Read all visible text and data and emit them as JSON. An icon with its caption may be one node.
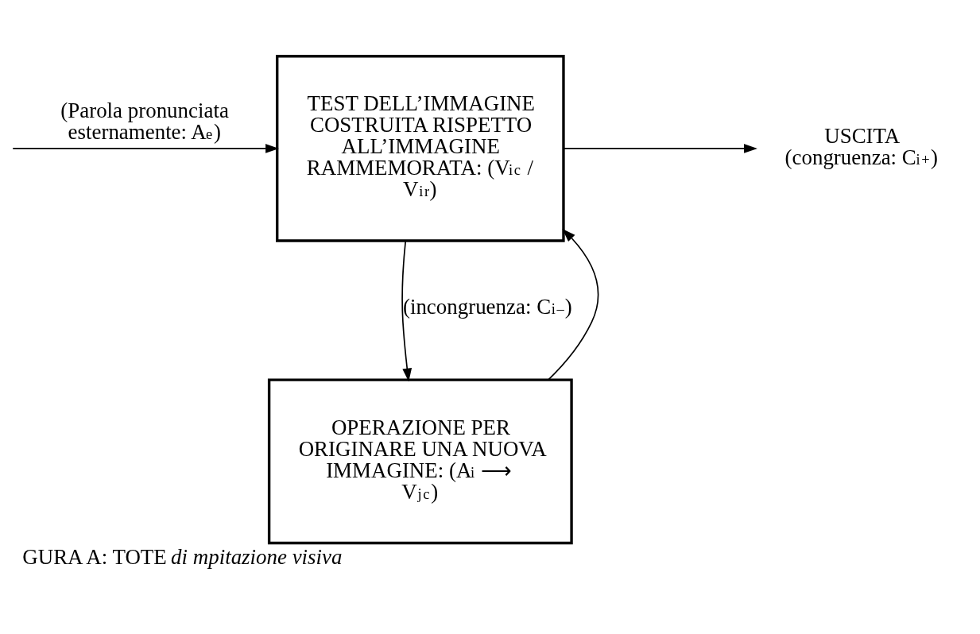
{
  "diagram": {
    "caption": "GURA A: TOTE *di mpitazione visiva*",
    "nodes": [
      {
        "text": [
          "TEST DELL’IMMAGINE COSTRUITA RISPETTO ALL’IMMAGINE RAMMEMORATA: (V$^{i}$$_{c}$ / V$^{i}$$_{r}$)"
        ]
      },
      {
        "text": [
          "USCITA",
          "(congruenza: C$^{i}$$_{+}$)"
        ]
      },
      {
        "text": [
          "OPERAZIONE PER ORIGINARE UNA NUOVA IMMAGINE: (A$^{i}$ ⟶ V$^{j}$$_{c}$)"
        ]
      }
    ],
    "edges": [
      {
        "from": null,
        "to": 0,
        "arrow": "to",
        "label": "(Parola pronunciata esternamente: A$^{e}$)"
      },
      {
        "from": 0,
        "to": 1,
        "arrow": "to"
      },
      {
        "from": 0,
        "to": 2,
        "arrow": "to",
        "label": "(incongruenza: C$^{i}$$_{–}$)"
      },
      {
        "from": 2,
        "to": 0,
        "arrow": "to"
      }
    ]
  }
}
